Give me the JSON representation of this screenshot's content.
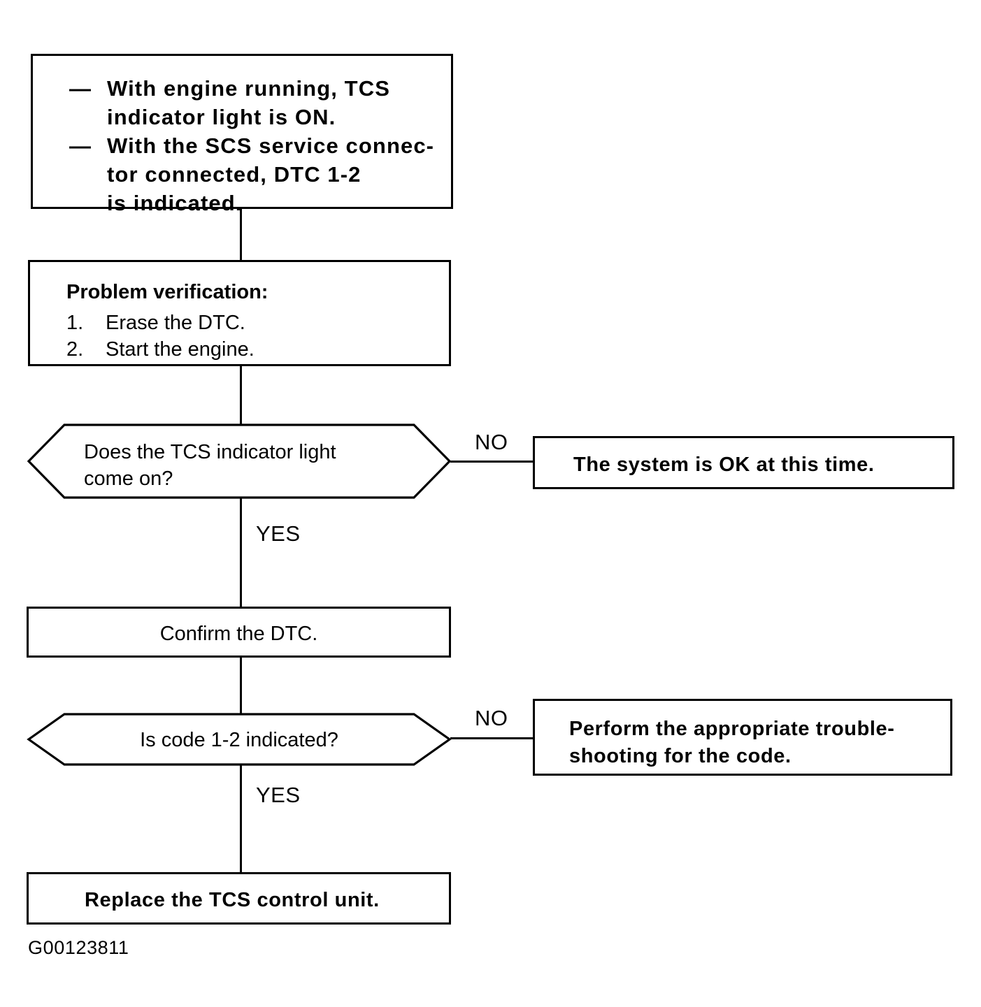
{
  "figure": {
    "id_label": "G00123811",
    "type": "troubleshooting-flowchart",
    "ink_color": "#000000",
    "background_color": "#ffffff"
  },
  "nodes": {
    "symptom_box": {
      "name": "symptom-conditions",
      "bullet_marker": "—",
      "bullets": [
        "With engine running, TCS\nindicator light is ON.",
        "With the SCS service connec-\ntor connected, DTC 1-2\nis indicated."
      ]
    },
    "verification_box": {
      "name": "problem-verification",
      "heading": "Problem verification:",
      "steps": [
        {
          "number": "1.",
          "text": "Erase the DTC."
        },
        {
          "number": "2.",
          "text": "Start the engine."
        }
      ]
    },
    "decision_one": {
      "name": "decision-indicator-light",
      "text": "Does the TCS indicator light\ncome on?"
    },
    "result_ok": {
      "name": "result-system-ok",
      "text": "The system is OK at this time."
    },
    "confirm_box": {
      "name": "action-confirm-dtc",
      "text": "Confirm the DTC."
    },
    "decision_two": {
      "name": "decision-code-1-2",
      "text": "Is code 1-2 indicated?"
    },
    "result_troubleshoot": {
      "name": "result-perform-troubleshooting",
      "lines": [
        "Perform the appropriate trouble-",
        "shooting for the code."
      ]
    },
    "result_replace": {
      "name": "result-replace-control-unit",
      "text": "Replace the TCS control unit."
    }
  },
  "branches": {
    "decision_one_no": "NO",
    "decision_one_yes": "YES",
    "decision_two_no": "NO",
    "decision_two_yes": "YES"
  }
}
